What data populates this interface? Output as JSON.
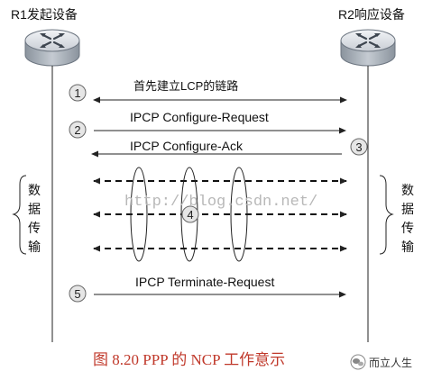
{
  "routers": {
    "left_label": "R1发起设备",
    "right_label": "R2响应设备"
  },
  "steps": [
    {
      "num": "1",
      "text": "首先建立LCP的链路"
    },
    {
      "num": "2",
      "text": "IPCP Configure-Request"
    },
    {
      "num": "3",
      "text": "IPCP Configure-Ack"
    },
    {
      "num": "4",
      "text": ""
    },
    {
      "num": "5",
      "text": "IPCP Terminate-Request"
    }
  ],
  "data_transfer": {
    "left_label": "数据传输",
    "right_label": "数据传输"
  },
  "watermark": "http://blog.csdn.net/",
  "caption": "图 8.20 PPP 的 NCP 工作意示",
  "badge": "而立人生",
  "colors": {
    "caption": "#c0392b",
    "line": "#222222",
    "router_top": "#dfe3e8",
    "router_side": "#9aa3ad",
    "bubble": "#e6e6e6"
  }
}
